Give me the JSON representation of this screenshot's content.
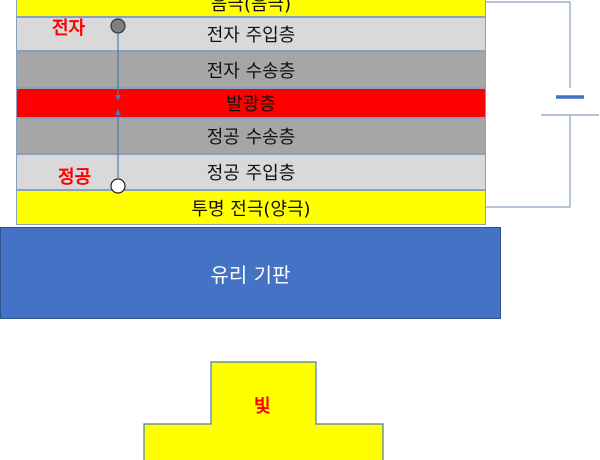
{
  "layers": {
    "cathode": "음극(음극)",
    "electron_injection": "전자 주입층",
    "electron_transport": "전자 수송층",
    "emissive": "발광층",
    "hole_transport": "정공 수송층",
    "hole_injection": "정공 주입층",
    "anode": "투명 전극(양극)",
    "substrate": "유리 기판"
  },
  "carriers": {
    "electron": "전자",
    "hole": "정공"
  },
  "emission": {
    "label": "빛"
  },
  "colors": {
    "transparent_electrode": "#ffff00",
    "injection_layer": "#d9d9d9",
    "transport_layer": "#a6a6a6",
    "emissive_layer": "#ff0000",
    "substrate": "#4472c4",
    "label_red": "#ff0000"
  }
}
